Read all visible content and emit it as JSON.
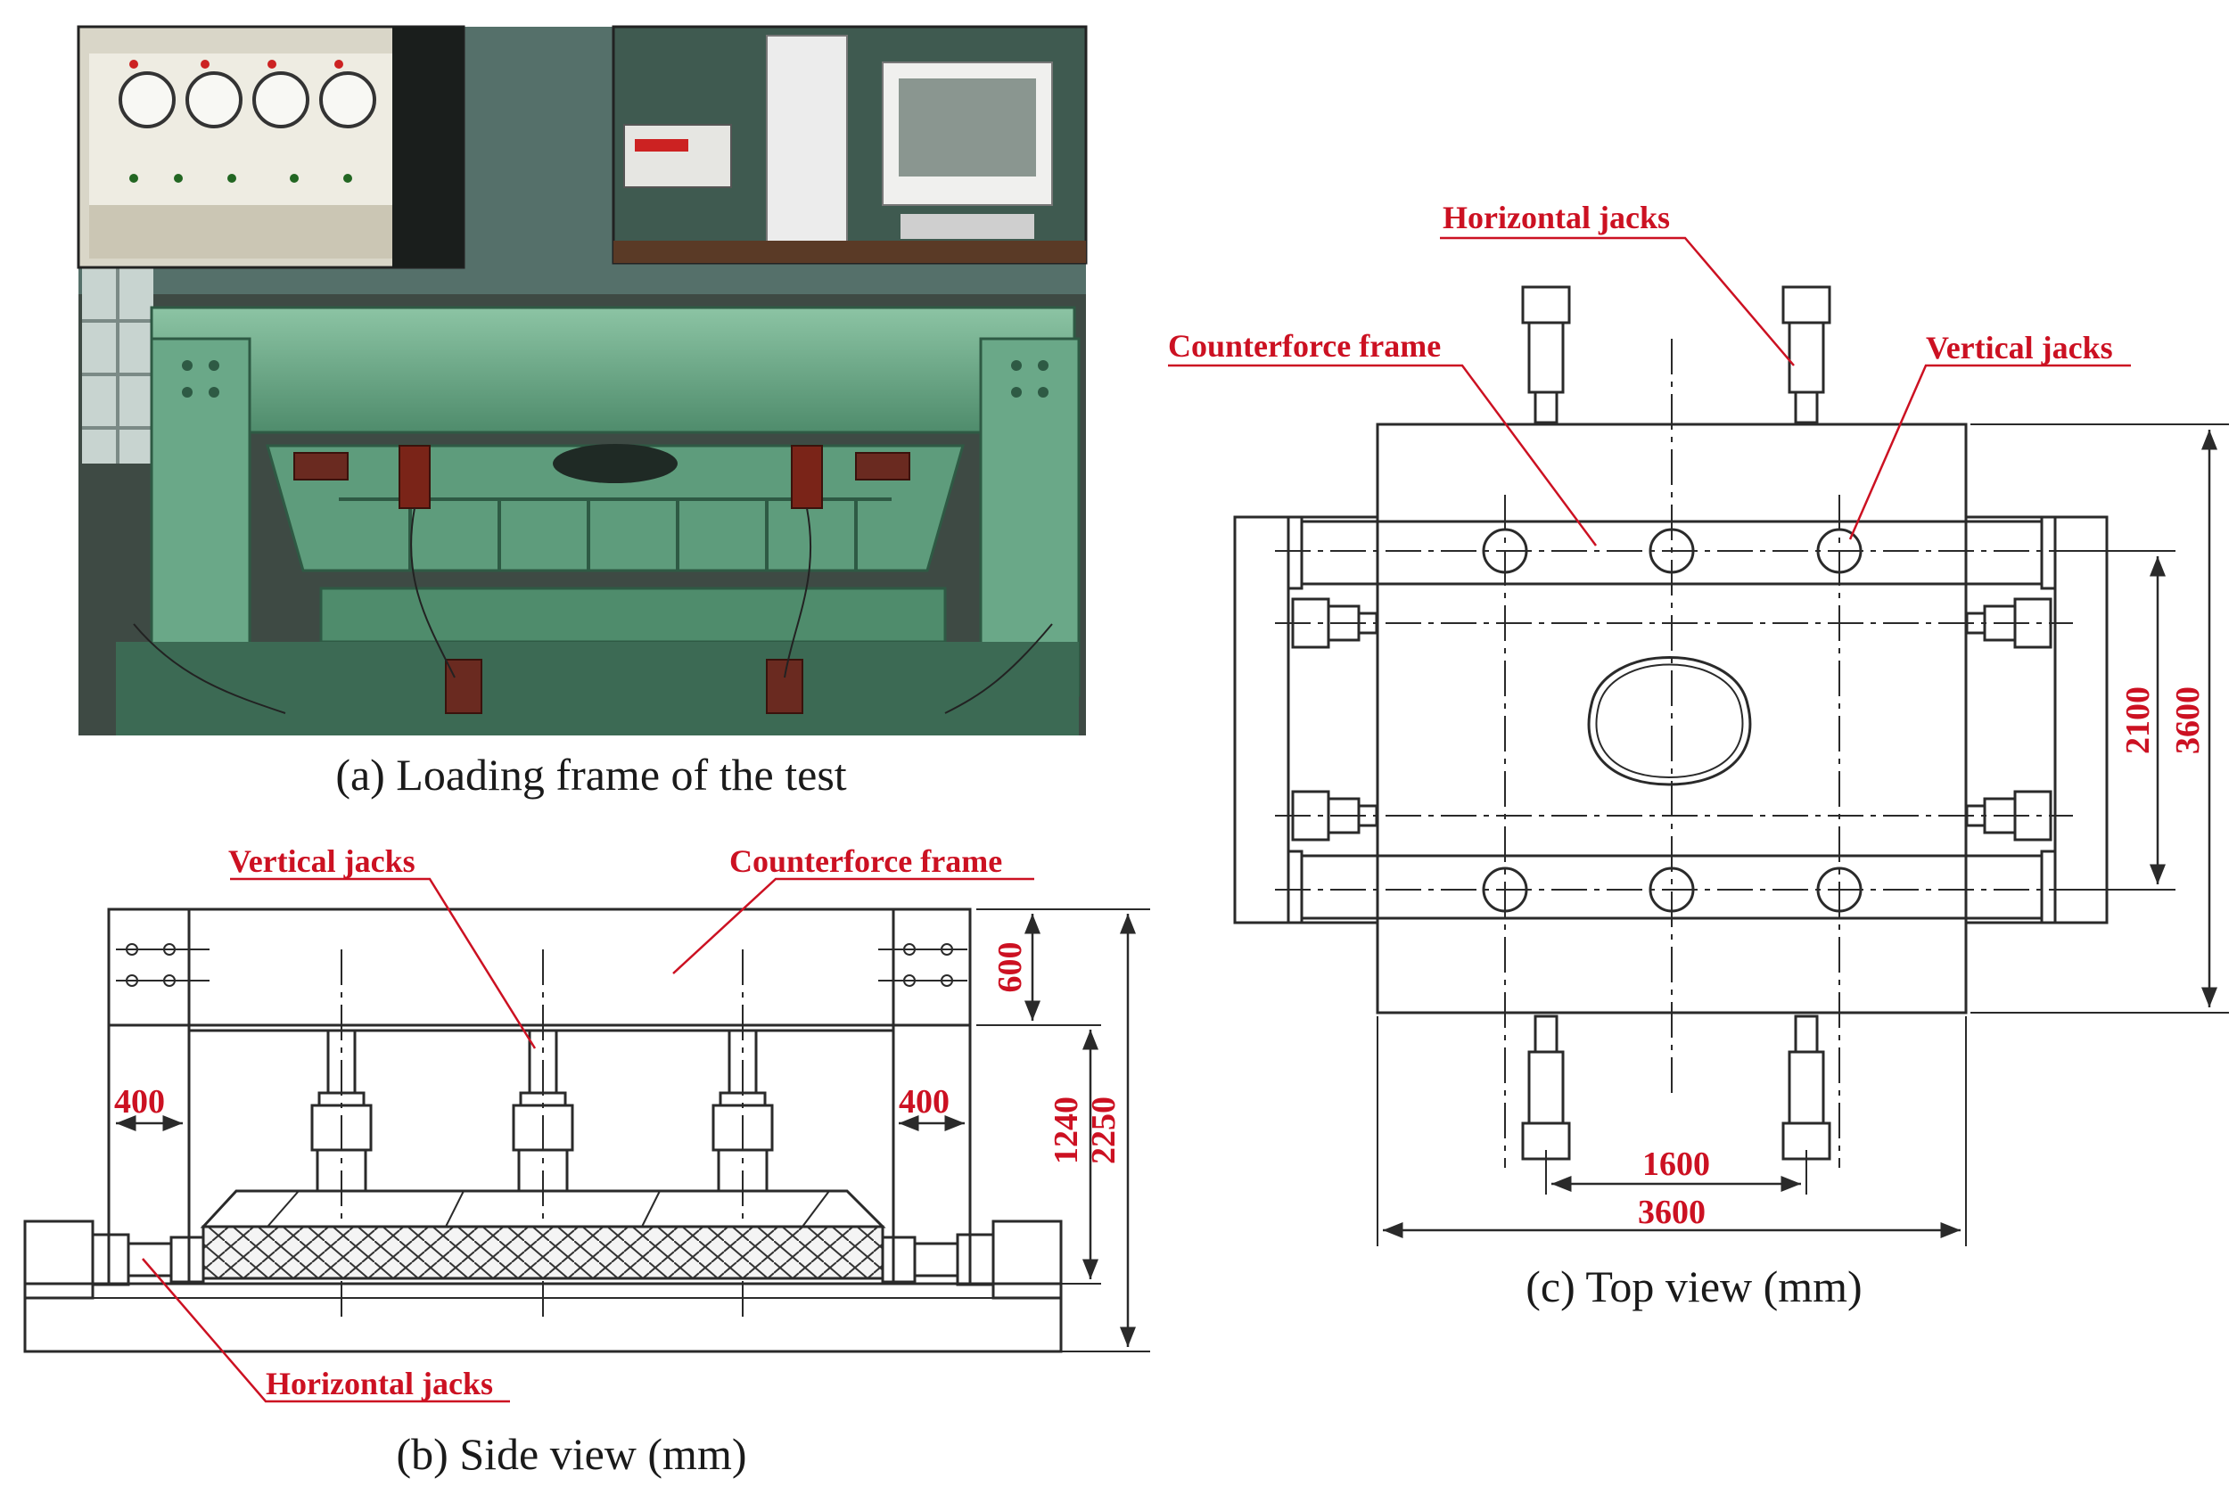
{
  "colors": {
    "label_red": "#cc1122",
    "line": "#2a2a2a",
    "photo_green": "#6aa888"
  },
  "panel_a": {
    "caption": "(a) Loading frame of the test"
  },
  "panel_b": {
    "caption": "(b) Side view (mm)",
    "labels": {
      "vertical_jacks": "Vertical jacks",
      "counterforce_frame": "Counterforce frame",
      "horizontal_jacks": "Horizontal jacks"
    },
    "dims": {
      "d600": "600",
      "d1240": "1240",
      "d2250": "2250",
      "d400_left": "400",
      "d400_right": "400"
    }
  },
  "panel_c": {
    "caption": "(c) Top view (mm)",
    "labels": {
      "horizontal_jacks": "Horizontal jacks",
      "counterforce_frame": "Counterforce frame",
      "vertical_jacks": "Vertical jacks"
    },
    "dims": {
      "d1600": "1600",
      "d3600_h": "3600",
      "d2100": "2100",
      "d3600_v": "3600"
    }
  }
}
